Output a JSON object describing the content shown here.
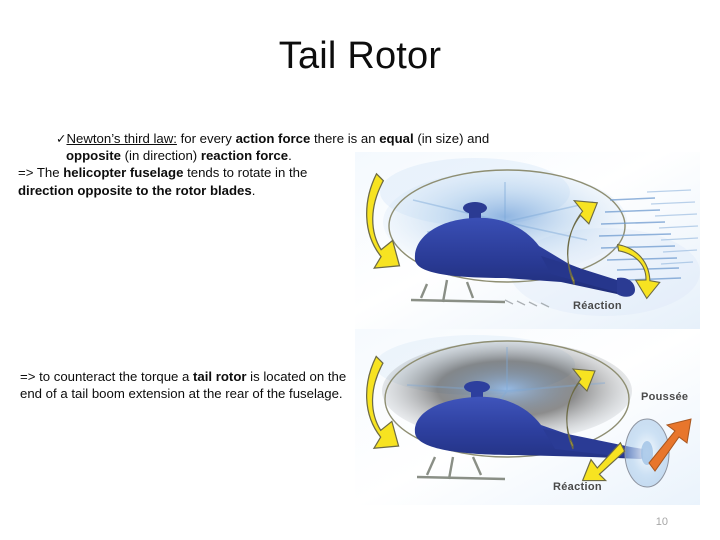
{
  "slide": {
    "title": "Tail Rotor",
    "page_number": "10"
  },
  "content": {
    "bullet_glyph": "✓",
    "para1": {
      "law_name": "Newton’s third law:",
      "seg_a": " for every ",
      "b_action": "action force",
      "seg_b": " there is an ",
      "b_equal": "equal",
      "seg_c": " (in size) and ",
      "b_opposite": "opposite",
      "seg_d": " (in direction) ",
      "b_reaction": "reaction force",
      "seg_e": ".",
      "line3_a": " => The ",
      "b_fuselage": "helicopter fuselage",
      "line3_b": " tends to rotate in the ",
      "b_direction": "direction opposite to the rotor blades",
      "line3_c": "."
    },
    "para2": {
      "seg_a": " => to counteract the torque a ",
      "b_tailrotor": "tail rotor",
      "seg_b": " is located on the end of a tail boom extension at the rear of the fuselage."
    }
  },
  "figure": {
    "caption_top_reaction": "Réaction",
    "caption_bottom_reaction": "Réaction",
    "caption_poussee": "Poussée",
    "colors": {
      "fuselage_blue": "#2e3f9e",
      "rotor_disc_blue": "#9cc2e8",
      "arrow_yellow": "#f7e321",
      "arrow_orange": "#e8762c",
      "outline": "#6b6b57",
      "sky": "#eaf2fb"
    }
  }
}
